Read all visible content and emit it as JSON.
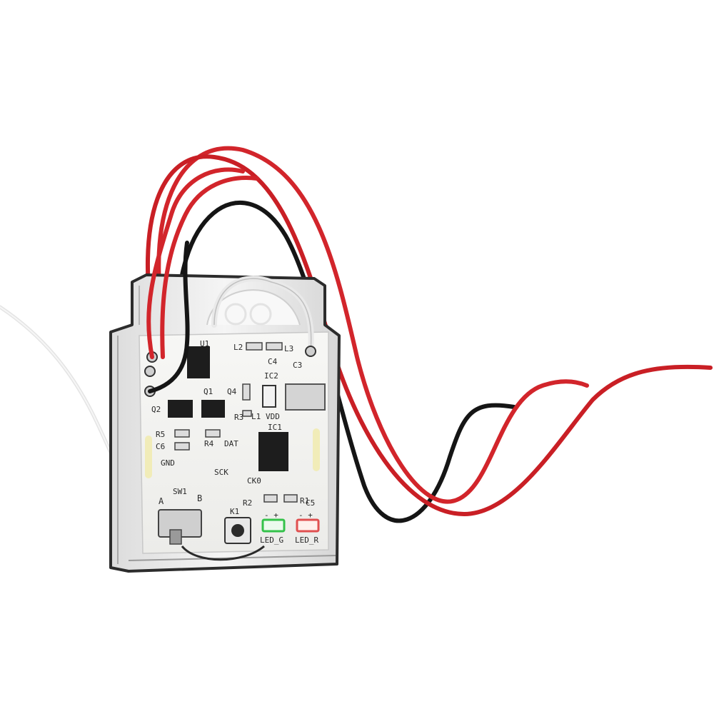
{
  "pcb": {
    "labels": {
      "u1": "U1",
      "l2": "L2",
      "l3": "L3",
      "c4": "C4",
      "c3": "C3",
      "ic2": "IC2",
      "q1": "Q1",
      "q2": "Q2",
      "q4": "Q4",
      "r3": "R3",
      "l1": "L1",
      "vdd": "VDD",
      "ic1": "IC1",
      "r5": "R5",
      "r4": "R4",
      "dat": "DAT",
      "c6": "C6",
      "gnd": "GND",
      "sck": "SCK",
      "cko": "CK0",
      "sw1": "SW1",
      "a": "A",
      "b": "B",
      "c5": "C5",
      "r2": "R2",
      "r1": "R1",
      "k1": "K1",
      "led_g_pol": "- +",
      "led_r_pol": "- +",
      "led_g": "LED_G",
      "led_r": "LED_R"
    }
  },
  "colors": {
    "wire_red": "#d2252b",
    "wire_black": "#151515",
    "wire_white": "#e9e9e9",
    "board": "#f4f4f2",
    "silkscreen": "#2a2a2a",
    "led_green": "#34c24a",
    "led_red": "#e05050"
  }
}
